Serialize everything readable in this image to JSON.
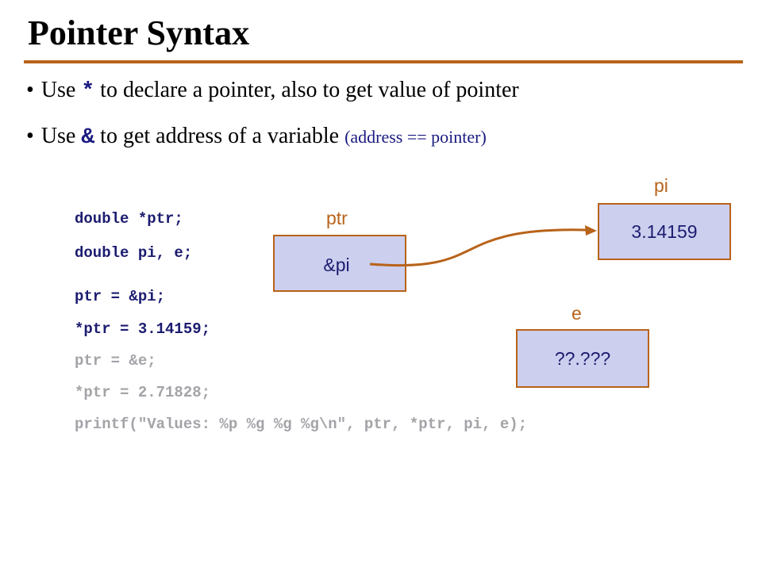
{
  "title": "Pointer Syntax",
  "accent_color": "#b8631a",
  "box_fill": "#cccfee",
  "bullets": [
    {
      "prefix": "Use ",
      "code": "*",
      "suffix": " to declare a pointer, also to get value of pointer",
      "note": ""
    },
    {
      "prefix": "Use ",
      "code": "&",
      "suffix": " to get address of a variable ",
      "note": "(address == pointer)"
    }
  ],
  "code_lines": [
    {
      "text": "double *ptr;",
      "state": "active"
    },
    {
      "text": "double pi, e;",
      "state": "active"
    },
    {
      "text": "ptr = &pi;",
      "state": "active"
    },
    {
      "text": "*ptr = 3.14159;",
      "state": "active"
    },
    {
      "text": "ptr = &e;",
      "state": "dimmed"
    },
    {
      "text": "*ptr = 2.71828;",
      "state": "dimmed"
    },
    {
      "text": "printf(\"Values: %p %g %g %g\\n\", ptr, *ptr, pi, e);",
      "state": "dimmed"
    }
  ],
  "variables": {
    "ptr": {
      "name": "ptr",
      "value": "&pi"
    },
    "pi": {
      "name": "pi",
      "value": "3.14159"
    },
    "e": {
      "name": "e",
      "value": "??.???"
    }
  }
}
